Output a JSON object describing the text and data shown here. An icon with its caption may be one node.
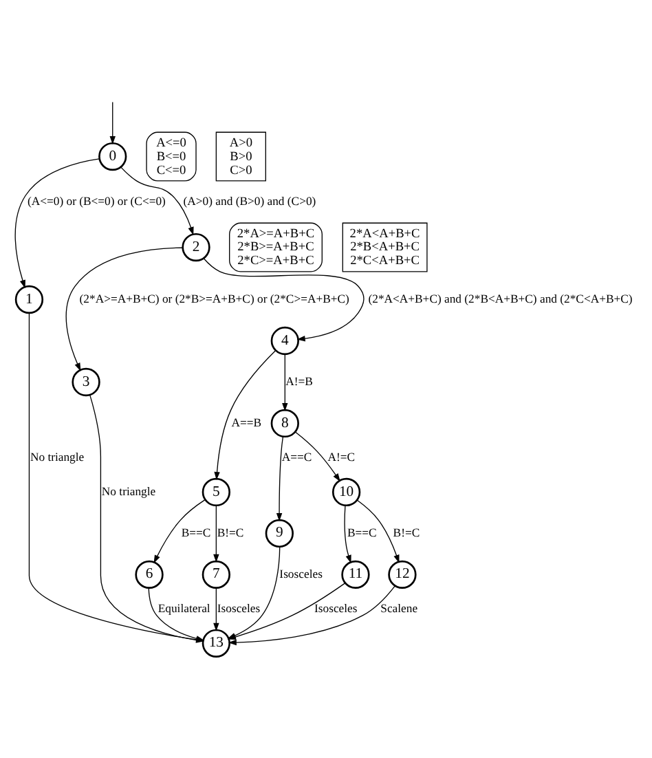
{
  "diagram": {
    "nodes": [
      {
        "text": [
          "0"
        ]
      },
      {
        "text": [
          "1"
        ]
      },
      {
        "text": [
          "2"
        ]
      },
      {
        "text": [
          "3"
        ]
      },
      {
        "text": [
          "4"
        ]
      },
      {
        "text": [
          "5"
        ]
      },
      {
        "text": [
          "6"
        ]
      },
      {
        "text": [
          "7"
        ]
      },
      {
        "text": [
          "8"
        ]
      },
      {
        "text": [
          "9"
        ]
      },
      {
        "text": [
          "10"
        ]
      },
      {
        "text": [
          "11"
        ]
      },
      {
        "text": [
          "12"
        ]
      },
      {
        "text": [
          "13"
        ]
      },
      {
        "text": [
          "A<=0",
          "B<=0",
          "C<=0"
        ]
      },
      {
        "text": [
          "A>0",
          "B>0",
          "C>0"
        ]
      },
      {
        "text": [
          "2*A>=A+B+C",
          "2*B>=A+B+C",
          "2*C>=A+B+C"
        ]
      },
      {
        "text": [
          "2*A<A+B+C",
          "2*B<A+B+C",
          "2*C<A+B+C"
        ]
      }
    ],
    "edges": [
      {
        "from": null,
        "to": 0,
        "arrow": "to"
      },
      {
        "from": 0,
        "to": 1,
        "arrow": "to",
        "label": "(A<=0) or (B<=0) or (C<=0)"
      },
      {
        "from": 0,
        "to": 2,
        "arrow": "to",
        "label": "(A>0) and (B>0) and (C>0)"
      },
      {
        "from": 1,
        "to": 13,
        "arrow": "to",
        "label": "No triangle"
      },
      {
        "from": 2,
        "to": 3,
        "arrow": "to",
        "label": "(2*A>=A+B+C) or (2*B>=A+B+C) or (2*C>=A+B+C)"
      },
      {
        "from": 2,
        "to": 4,
        "arrow": "to",
        "label": "(2*A<A+B+C) and (2*B<A+B+C) and (2*C<A+B+C)"
      },
      {
        "from": 3,
        "to": 13,
        "arrow": "to",
        "label": "No triangle"
      },
      {
        "from": 4,
        "to": 5,
        "arrow": "to",
        "label": "A==B"
      },
      {
        "from": 4,
        "to": 8,
        "arrow": "to",
        "label": "A!=B"
      },
      {
        "from": 5,
        "to": 6,
        "arrow": "to",
        "label": "B==C"
      },
      {
        "from": 5,
        "to": 7,
        "arrow": "to",
        "label": "B!=C"
      },
      {
        "from": 6,
        "to": 13,
        "arrow": "to",
        "label": "Equilateral"
      },
      {
        "from": 7,
        "to": 13,
        "arrow": "to",
        "label": "Isosceles"
      },
      {
        "from": 8,
        "to": 9,
        "arrow": "to",
        "label": "A==C"
      },
      {
        "from": 8,
        "to": 10,
        "arrow": "to",
        "label": "A!=C"
      },
      {
        "from": 9,
        "to": 13,
        "arrow": "to",
        "label": "Isosceles"
      },
      {
        "from": 10,
        "to": 11,
        "arrow": "to",
        "label": "B==C"
      },
      {
        "from": 10,
        "to": 12,
        "arrow": "to",
        "label": "B!=C"
      },
      {
        "from": 11,
        "to": 13,
        "arrow": "to",
        "label": "Isosceles"
      },
      {
        "from": 12,
        "to": 13,
        "arrow": "to",
        "label": "Scalene"
      }
    ]
  }
}
